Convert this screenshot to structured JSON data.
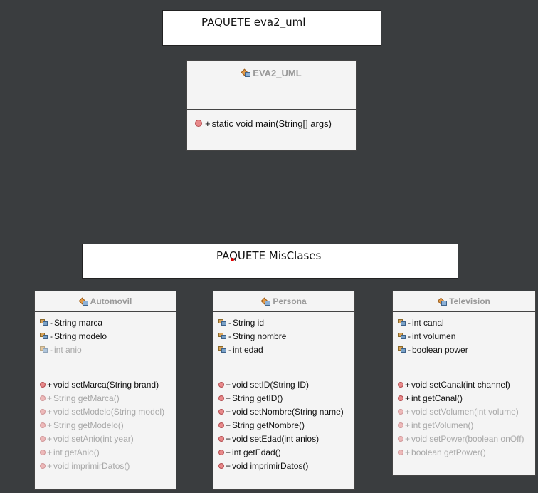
{
  "packages": {
    "top": "PAQUETE eva2_uml",
    "bottom": "PAQUETE MisClases"
  },
  "main_class": {
    "name": "EVA2_UML",
    "methods": [
      {
        "vis": "+",
        "text": "static void main(String[] args)",
        "dim": false
      }
    ]
  },
  "classes": [
    {
      "name": "Automovil",
      "fields": [
        {
          "vis": "-",
          "text": "String marca",
          "dim": false
        },
        {
          "vis": "-",
          "text": "String modelo",
          "dim": false
        },
        {
          "vis": "-",
          "text": "int anio",
          "dim": true
        }
      ],
      "methods": [
        {
          "vis": "+",
          "text": "void setMarca(String brand)",
          "dim": false
        },
        {
          "vis": "+",
          "text": "String getMarca()",
          "dim": true
        },
        {
          "vis": "+",
          "text": "void setModelo(String model)",
          "dim": true
        },
        {
          "vis": "+",
          "text": "String getModelo()",
          "dim": true
        },
        {
          "vis": "+",
          "text": "void setAnio(int year)",
          "dim": true
        },
        {
          "vis": "+",
          "text": "int getAnio()",
          "dim": true
        },
        {
          "vis": "+",
          "text": "void imprimirDatos()",
          "dim": true
        }
      ]
    },
    {
      "name": "Persona",
      "fields": [
        {
          "vis": "-",
          "text": "String id",
          "dim": false
        },
        {
          "vis": "-",
          "text": "String nombre",
          "dim": false
        },
        {
          "vis": "-",
          "text": "int edad",
          "dim": false
        }
      ],
      "methods": [
        {
          "vis": "+",
          "text": "void setID(String ID)",
          "dim": false
        },
        {
          "vis": "+",
          "text": "String getID()",
          "dim": false
        },
        {
          "vis": "+",
          "text": "void setNombre(String name)",
          "dim": false
        },
        {
          "vis": "+",
          "text": "String getNombre()",
          "dim": false
        },
        {
          "vis": "+",
          "text": "void setEdad(int anios)",
          "dim": false
        },
        {
          "vis": "+",
          "text": "int getEdad()",
          "dim": false
        },
        {
          "vis": "+",
          "text": "void imprimirDatos()",
          "dim": false
        }
      ]
    },
    {
      "name": "Television",
      "fields": [
        {
          "vis": "-",
          "text": "int canal",
          "dim": false
        },
        {
          "vis": "-",
          "text": "int volumen",
          "dim": false
        },
        {
          "vis": "-",
          "text": "boolean power",
          "dim": false
        }
      ],
      "methods": [
        {
          "vis": "+",
          "text": "void setCanal(int channel)",
          "dim": false
        },
        {
          "vis": "+",
          "text": "int getCanal()",
          "dim": false
        },
        {
          "vis": "+",
          "text": "void setVolumen(int volume)",
          "dim": true
        },
        {
          "vis": "+",
          "text": "int getVolumen()",
          "dim": true
        },
        {
          "vis": "+",
          "text": "void setPower(boolean onOff)",
          "dim": true
        },
        {
          "vis": "+",
          "text": "boolean getPower()",
          "dim": true
        }
      ]
    }
  ]
}
